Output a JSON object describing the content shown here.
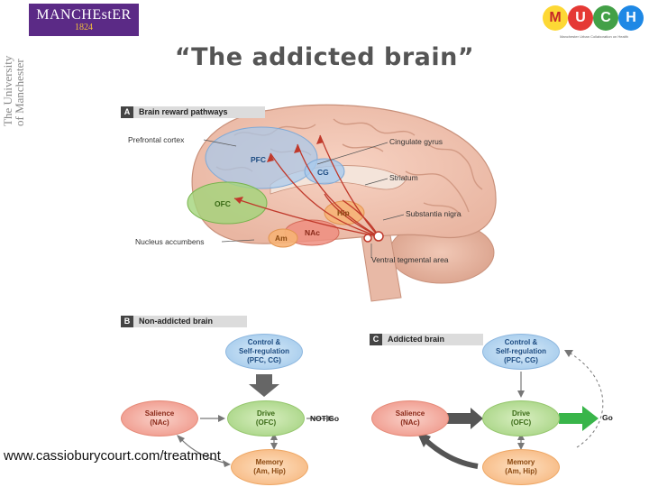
{
  "header": {
    "university_logo": {
      "name": "MANCHEstER",
      "year": "1824"
    },
    "university_vertical": [
      "The University",
      "of Manchester"
    ],
    "much_logo": {
      "letters": [
        "M",
        "U",
        "C",
        "H"
      ],
      "tagline": "Manchester Urban Collaboration on Health"
    }
  },
  "title": "“The addicted brain”",
  "panel_a": {
    "letter": "A",
    "heading": "Brain reward pathways",
    "labels": {
      "prefrontal_cortex": "Prefrontal cortex",
      "cingulate_gyrus": "Cingulate gyrus",
      "striatum": "Striatum",
      "substantia_nigra": "Substantia nigra",
      "nucleus_accumbens": "Nucleus accumbens",
      "ventral_tegmental_area": "Ventral tegmental area"
    },
    "regions": {
      "pfc": "PFC",
      "cg": "CG",
      "ofc": "OFC",
      "hip": "Hip",
      "nac": "NAc",
      "am": "Am"
    }
  },
  "panel_b": {
    "letter": "B",
    "heading": "Non-addicted brain",
    "control": [
      "Control &",
      "Self-regulation",
      "(PFC, CG)"
    ],
    "salience": [
      "Salience",
      "(NAc)"
    ],
    "drive": [
      "Drive",
      "(OFC)"
    ],
    "memory": [
      "Memory",
      "(Am, Hip)"
    ],
    "outcome": "NOT Go"
  },
  "panel_c": {
    "letter": "C",
    "heading": "Addicted brain",
    "control": [
      "Control &",
      "Self-regulation",
      "(PFC, CG)"
    ],
    "salience": [
      "Salience",
      "(NAc)"
    ],
    "drive": [
      "Drive",
      "(OFC)"
    ],
    "memory": [
      "Memory",
      "(Am, Hip)"
    ],
    "outcome": "Go"
  },
  "source_url": "www.cassioburycourt.com/treatment",
  "colors": {
    "manchester_purple": "#5b2a86",
    "node_blue": "#9cc6ea",
    "node_red": "#ee8e80",
    "node_green": "#9fd07a",
    "node_orange": "#f6b276",
    "go_arrow": "#39b54a"
  }
}
